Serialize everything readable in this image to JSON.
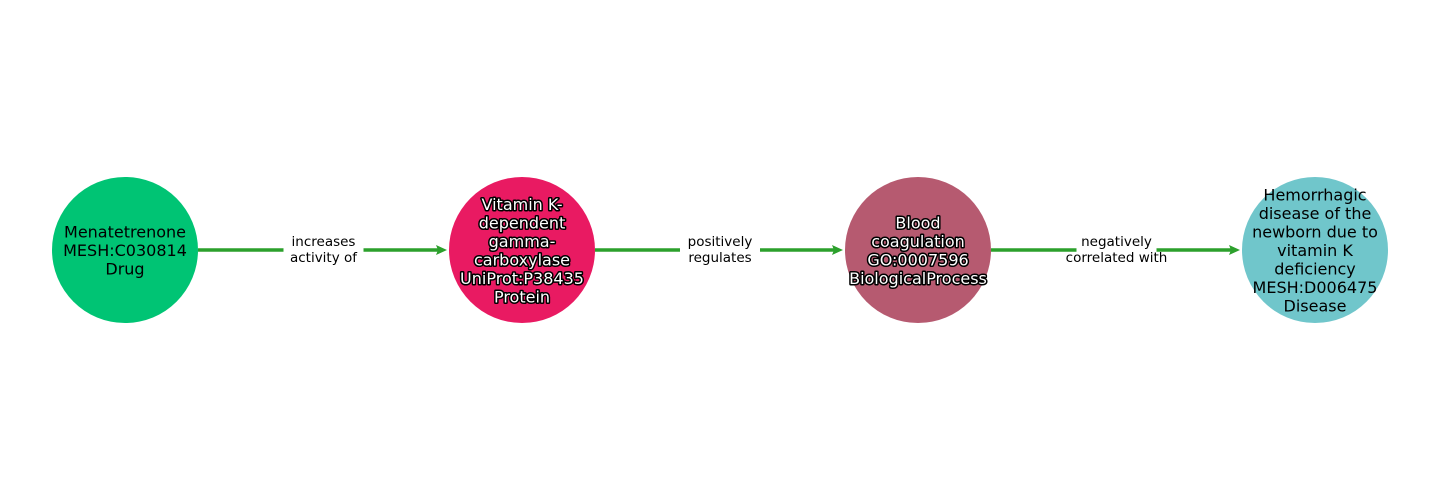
{
  "nodes": [
    {
      "lines": [
        "Menatetrenone",
        "MESH:C030814",
        "Drug"
      ],
      "color": "#00c474",
      "outlined": false
    },
    {
      "lines": [
        "Vitamin K-",
        "dependent",
        "gamma-",
        "carboxylase",
        "UniProt:P38435",
        "Protein"
      ],
      "color": "#e91a62",
      "outlined": true
    },
    {
      "lines": [
        "Blood",
        "coagulation",
        "GO:0007596",
        "BiologicalProcess"
      ],
      "color": "#b65a70",
      "outlined": true
    },
    {
      "lines": [
        "Hemorrhagic",
        "disease of the",
        "newborn due to",
        "vitamin K",
        "deficiency",
        "MESH:D006475",
        "Disease"
      ],
      "color": "#70c6cb",
      "outlined": false
    }
  ],
  "edges": [
    {
      "lines": [
        "increases",
        "activity of"
      ]
    },
    {
      "lines": [
        "positively",
        "regulates"
      ]
    },
    {
      "lines": [
        "negatively",
        "correlated with"
      ]
    }
  ],
  "edge_color": "#2ca02c"
}
